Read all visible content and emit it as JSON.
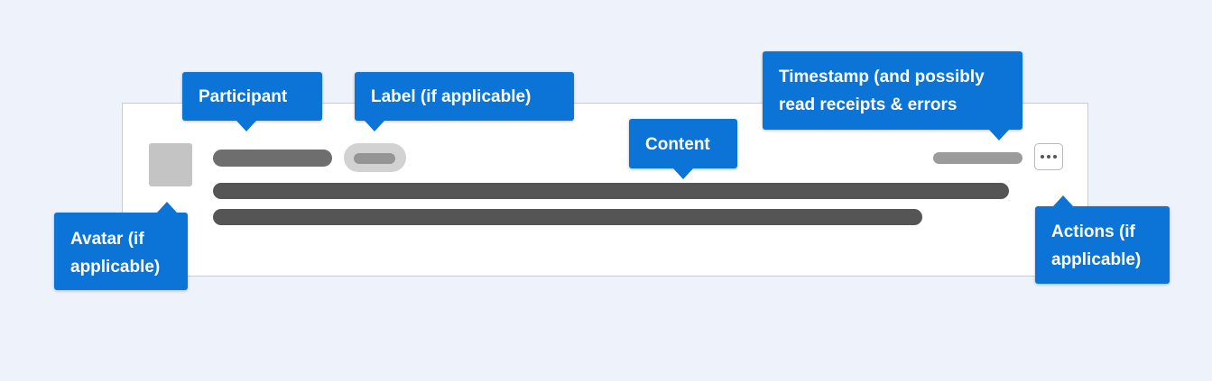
{
  "callouts": {
    "participant": "Participant",
    "label": "Label (if applicable)",
    "content": "Content",
    "timestamp": "Timestamp (and possibly read receipts & errors",
    "avatar": "Avatar (if applicable)",
    "actions": "Actions (if applicable)"
  },
  "colors": {
    "background": "#eef2fa",
    "callout": "#0b74d6",
    "card": "#ffffff",
    "placeholder_dark": "#555555",
    "placeholder_medium": "#6e6e6e",
    "placeholder_light": "#c4c4c4"
  },
  "icons": {
    "more": "more-horizontal-icon"
  }
}
